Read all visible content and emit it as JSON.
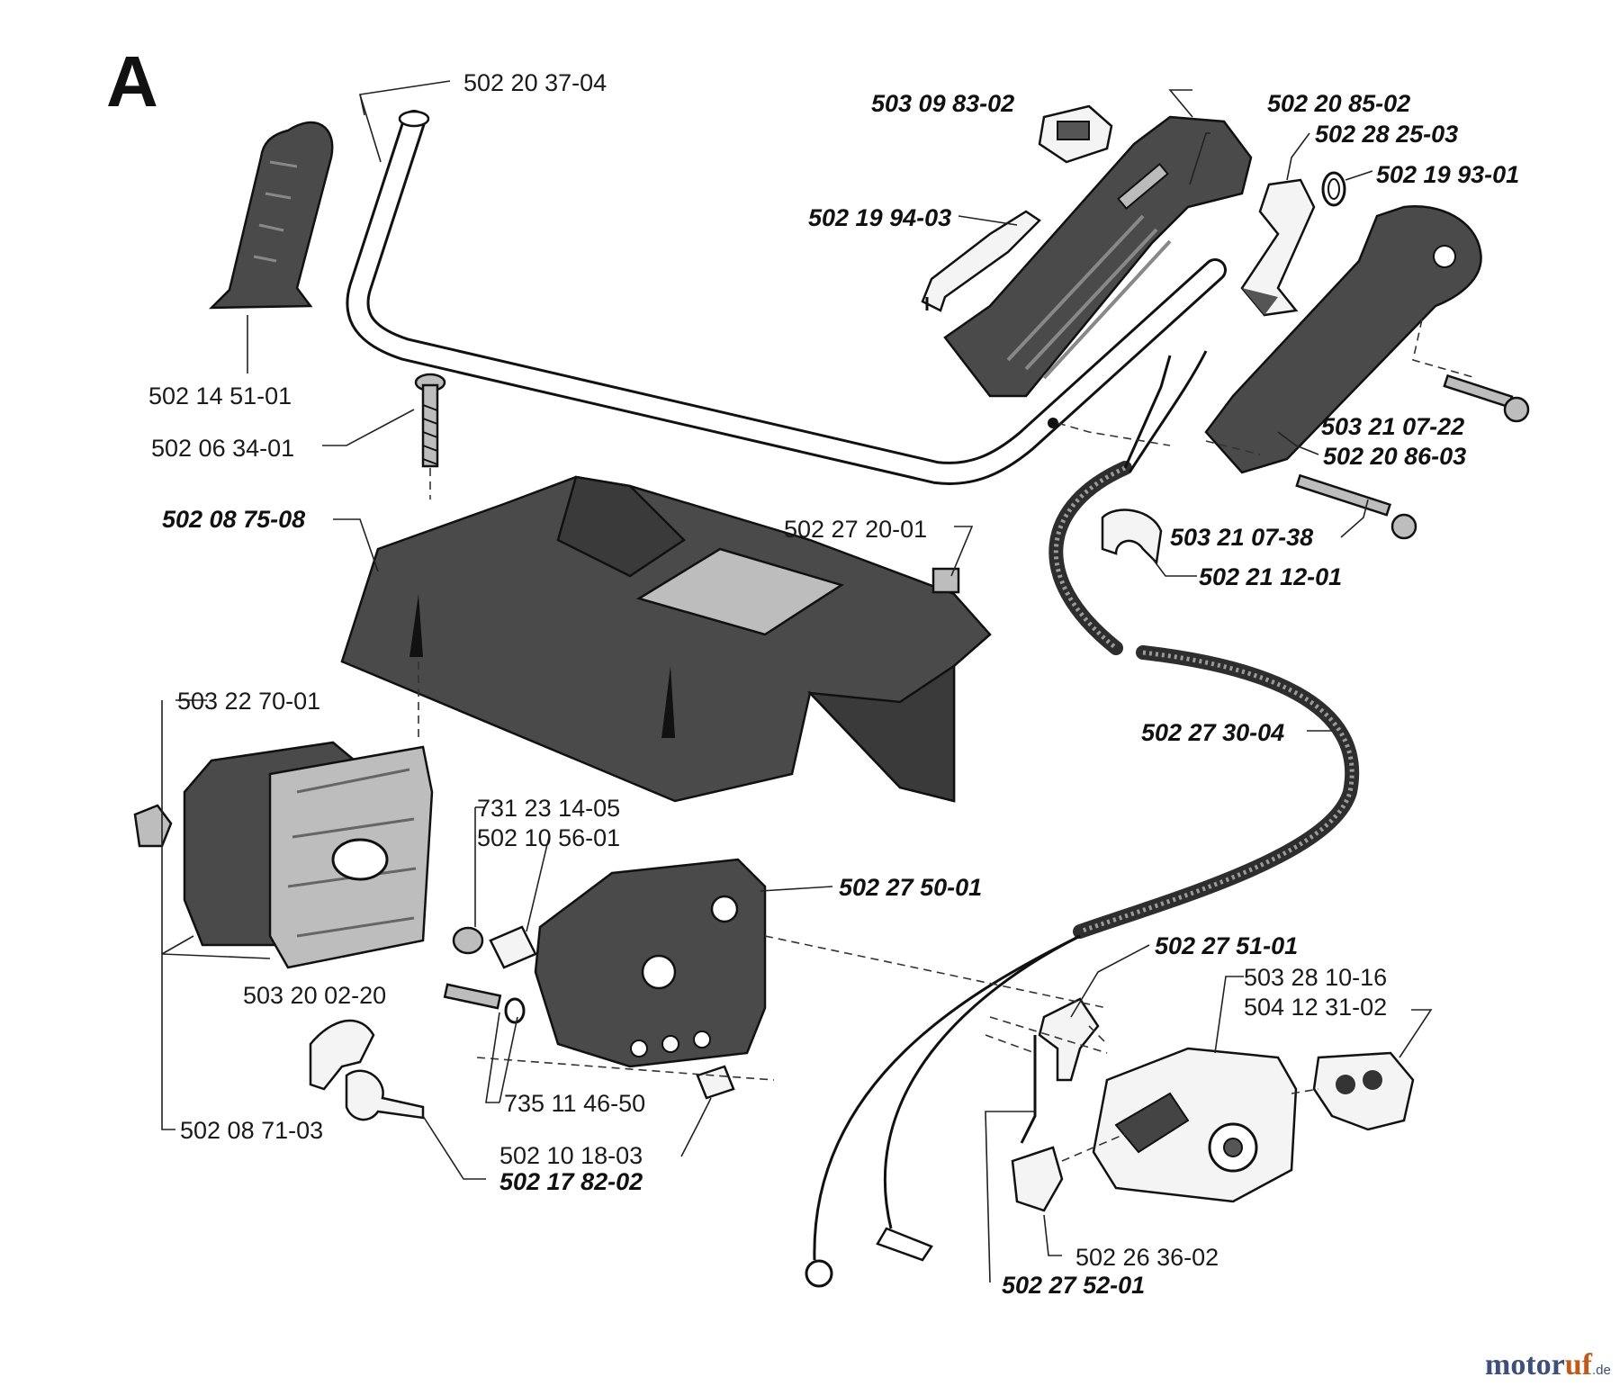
{
  "section_letter": "A",
  "watermark": {
    "brand_a": "motor",
    "brand_b": "uf",
    "suffix": ".de"
  },
  "part_numbers": {
    "p01": "502 20 37-04",
    "p02": "502 14 51-01",
    "p03": "502 06 34-01",
    "p04": "502 08 75-08",
    "p05": "503 09 83-02",
    "p06": "502 20 85-02",
    "p07": "502 28 25-03",
    "p08": "502 19 93-01",
    "p09": "502 19 94-03",
    "p10": "503 21 07-22",
    "p11": "502 20 86-03",
    "p12": "502 27 20-01",
    "p13": "503 21 07-38",
    "p14": "502 21 12-01",
    "p15": "502 27 30-04",
    "p16": "503 22 70-01",
    "p17": "731 23 14-05",
    "p18": "502 10 56-01",
    "p19": "502 27 50-01",
    "p20": "503 20 02-20",
    "p21": "502 27 51-01",
    "p22": "503 28 10-16",
    "p23": "504 12 31-02",
    "p24": "735 11 46-50",
    "p25": "502 08 71-03",
    "p26": "502 10 18-03",
    "p27": "502 17 82-02",
    "p28": "502 26 36-02",
    "p29": "502 27 52-01"
  }
}
